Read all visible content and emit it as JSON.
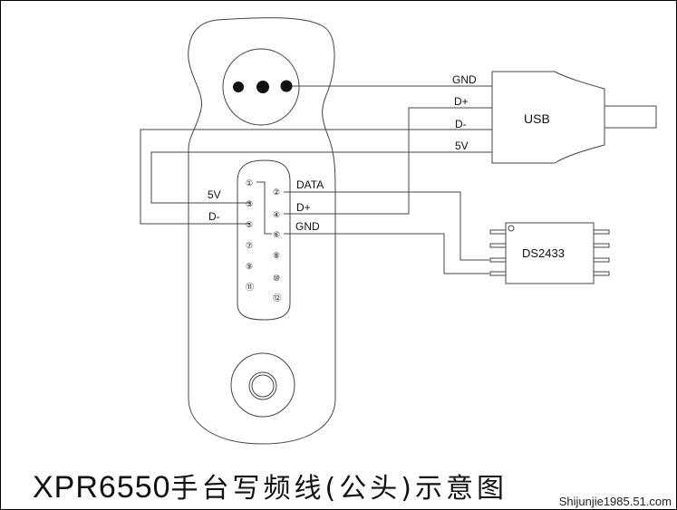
{
  "title": {
    "model": "XPR6550",
    "description": "手台写频线(公头)示意图"
  },
  "watermark": "Shijunjie1985.51.com",
  "usb": {
    "label": "USB",
    "pins": [
      "GND",
      "D+",
      "D-",
      "5V"
    ]
  },
  "chip": {
    "label": "DS2433"
  },
  "connector": {
    "pin_numbers": [
      "①",
      "②",
      "③",
      "④",
      "⑤",
      "⑥",
      "⑦",
      "⑧",
      "⑨",
      "⑩",
      "⑪",
      "⑫"
    ],
    "left_labels": {
      "pin3": "5V",
      "pin5": "D-"
    },
    "right_labels": {
      "pin2": "DATA",
      "pin4": "D+",
      "pin6": "GND"
    }
  },
  "colors": {
    "line": "#444444",
    "ink": "#111111"
  }
}
